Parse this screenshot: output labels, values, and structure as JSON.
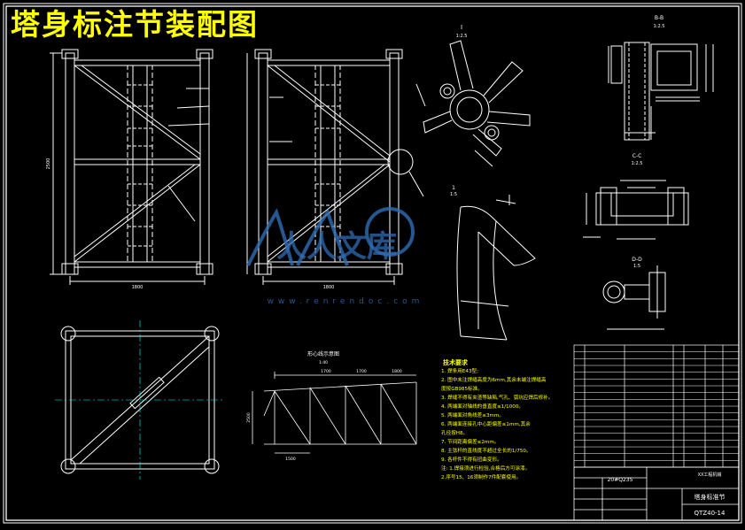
{
  "drawing": {
    "title": "塔身标注节装配图",
    "detail_labels": {
      "detail_i": "I",
      "detail_i_scale": "1:2.5",
      "section_bb": "B-B",
      "section_bb_scale": "1:2.5",
      "detail_1": "1",
      "detail_1_scale": "1:5",
      "section_cc": "C-C",
      "section_cc_scale": "1:2.5",
      "section_dd": "D-D",
      "section_dd_scale": "1:5"
    },
    "dimensions": {
      "elev_width_left": "1800",
      "elev_width_right": "1800",
      "elev_height": "2500",
      "truss_dim_1": "1700",
      "truss_dim_2": "1700",
      "truss_dim_3": "1800",
      "truss_dim_4": "1500",
      "truss_height": "2500"
    },
    "plan_title": "形心线示意图",
    "plan_subtitle": "1:40",
    "tech_notes": {
      "heading": "技术要求",
      "lines": [
        "1. 焊条用E43型;",
        "2. 图中未注焊缝高度为6mm,其余未端注焊缝高",
        "   度按GB985标准。",
        "3. 焊缝不得有夹渣等缺陷,气孔、弧坑应焊后修补。",
        "4. 两端面对轴线的垂直度≤1/1000。",
        "5. 两端面对角线差≤3mm。",
        "6. 两端面连接孔中心距偏差≤1mm,其余",
        "   孔径按H8。",
        "7. 节间距离偏差≤2mm。",
        "8. 主弦杆的直线度不超过全长的1/750。",
        "9. 各杆件不得有扭曲变形。",
        "注: 1.焊接须进行检验,合格后方可涂漆。",
        "    2.序号15、16须制作7件配套使用。"
      ]
    },
    "material": "20#Q235",
    "title_block": {
      "part_name": "塔身标准节",
      "drawing_number": "QTZ40-14",
      "company": "XX工程机械"
    },
    "watermark": {
      "logo": "人人文库",
      "url": "www.renrendoc.com"
    }
  },
  "colors": {
    "background": "#000000",
    "line": "#ffffff",
    "title": "#ffff00",
    "dimension": "#00ffff",
    "accent": "#ff00ff",
    "watermark": "#2f6db5"
  }
}
